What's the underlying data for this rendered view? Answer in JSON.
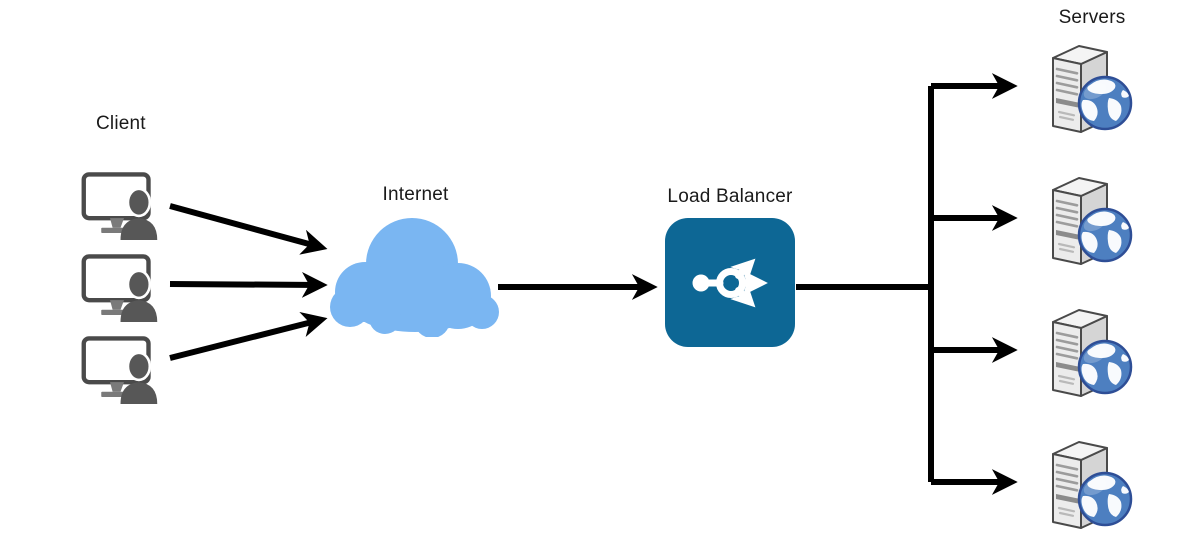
{
  "diagram": {
    "labels": {
      "client": "Client",
      "internet": "Internet",
      "load_balancer": "Load Balancer",
      "servers": "Servers"
    },
    "client_count": 3,
    "server_count": 4,
    "icons": {
      "client": "workstation-user-icon",
      "internet": "cloud-icon",
      "load_balancer": "load-balancer-branching-arrows-icon",
      "server": "server-tower-globe-icon"
    },
    "colors": {
      "cloud": "#7AB6F2",
      "load_balancer_box": "#0D6795",
      "arrow": "#000000",
      "label_text": "#1A1A1A",
      "person": "#575757",
      "monitor_outline": "#4A4A4A",
      "stand_gray": "#7A7A7A",
      "server_top": "#F4F4F4",
      "server_front": "#ECECEC",
      "server_side": "#D5D5D5",
      "server_outline": "#4A4A4A",
      "globe_ocean": "#4D7FC0",
      "globe_outline": "#2E4E96"
    }
  }
}
